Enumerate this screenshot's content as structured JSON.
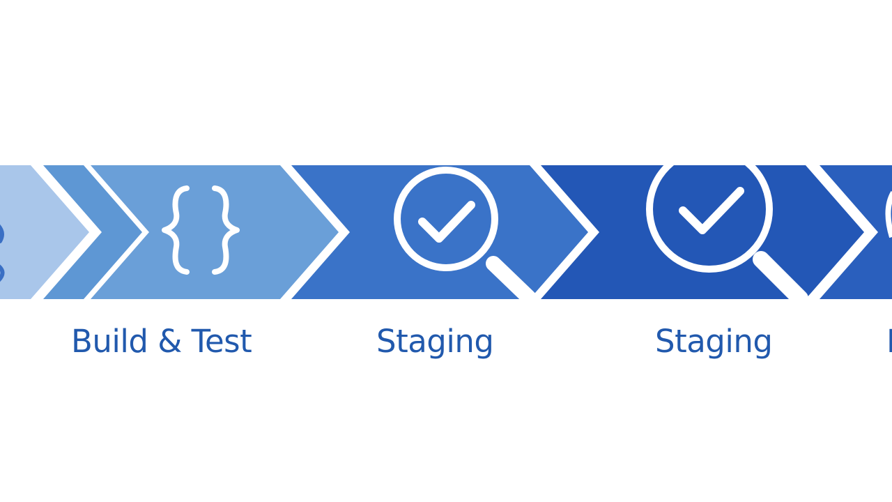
{
  "colors": {
    "background": "#ffffff",
    "label_text": "#2159ad",
    "arrow_fills": [
      "#a9c6ea",
      "#5e97d4",
      "#6a9fd8",
      "#3a73c8",
      "#2357b6",
      "#2a5fbd"
    ],
    "icon_stroke": "#ffffff"
  },
  "pipeline": {
    "stages": [
      {
        "label": "",
        "icon": "partial-icon"
      },
      {
        "label": "",
        "icon": "none"
      },
      {
        "label": "Build & Test",
        "icon": "curly-braces-icon"
      },
      {
        "label": "Staging",
        "icon": "magnifier-check-icon"
      },
      {
        "label": "Staging",
        "icon": "magnifier-check-icon"
      },
      {
        "label": "",
        "icon": "partial-icon"
      }
    ],
    "edge_label_fragment": "I"
  }
}
